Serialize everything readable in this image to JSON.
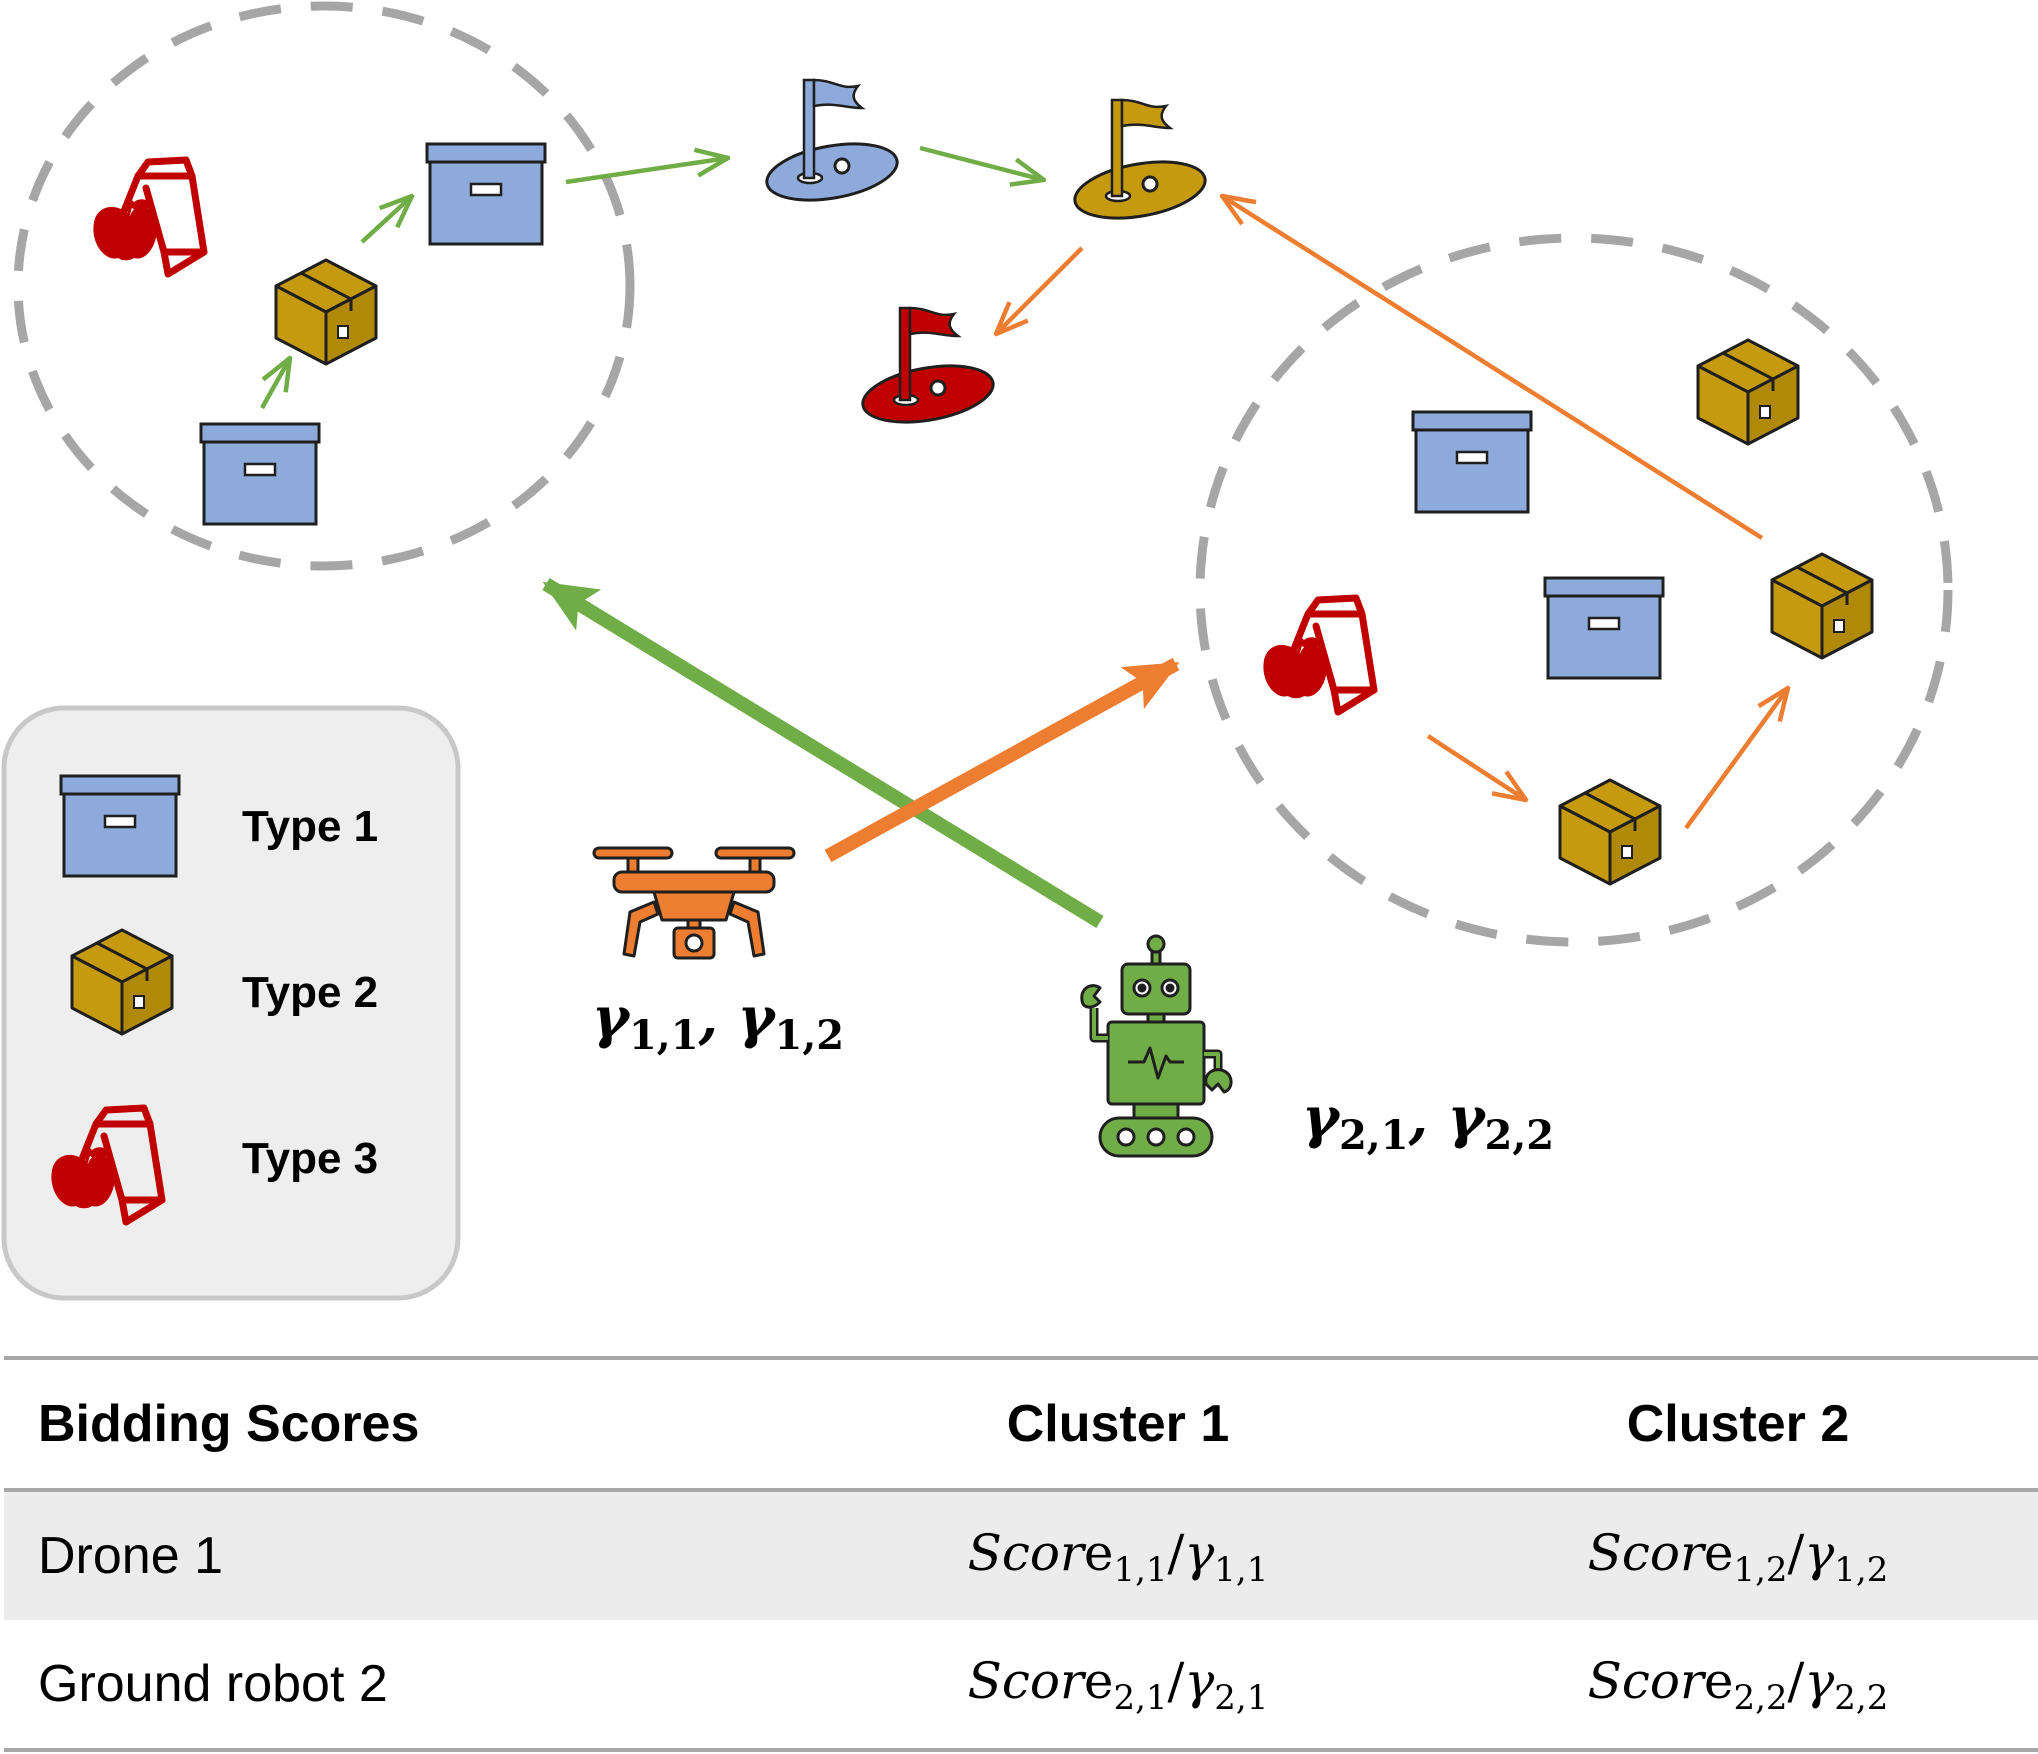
{
  "colors": {
    "cluster_outline": "#a6a6a6",
    "type1_fill": "#8eaadb",
    "type2_fill": "#c59a0e",
    "type3_color": "#c00000",
    "flag_blue": "#8eaadb",
    "flag_gold": "#c59a0e",
    "flag_red": "#c00000",
    "green_route": "#70ad47",
    "orange_route": "#ed7d31",
    "drone_color": "#ed7d31",
    "robot_color": "#70ad47",
    "legend_bg": "#eeeeee",
    "table_shade": "#ececec"
  },
  "icons": [
    "box-open-icon",
    "package-icon",
    "food-bag-apple-icon",
    "goal-flag-icon",
    "drone-icon",
    "ground-robot-icon"
  ],
  "legend": {
    "items": [
      {
        "icon": "box-open-icon",
        "label": "Type 1"
      },
      {
        "icon": "package-icon",
        "label": "Type 2"
      },
      {
        "icon": "food-bag-apple-icon",
        "label": "Type 3"
      }
    ]
  },
  "agents": {
    "drone": {
      "icon": "drone-icon",
      "g1": "γ",
      "s1": "1,1",
      "sep": ", ",
      "g2": "γ",
      "s2": "1,2"
    },
    "robot": {
      "icon": "ground-robot-icon",
      "g1": "γ",
      "s1": "2,1",
      "sep": ", ",
      "g2": "γ",
      "s2": "2,2"
    }
  },
  "table": {
    "headers": [
      "Bidding Scores",
      "Cluster 1",
      "Cluster 2"
    ],
    "rows": [
      {
        "name": "Drone 1",
        "c1": {
          "word": "Scor",
          "e": "e",
          "sub_a": "1,1",
          "slash": "/",
          "gamma": "γ",
          "sub_b": "1,1"
        },
        "c2": {
          "word": "Scor",
          "e": "e",
          "sub_a": "1,2",
          "slash": "/",
          "gamma": "γ",
          "sub_b": "1,2"
        }
      },
      {
        "name": "Ground robot 2",
        "c1": {
          "word": "Scor",
          "e": "e",
          "sub_a": "2,1",
          "slash": "/",
          "gamma": "γ",
          "sub_b": "2,1"
        },
        "c2": {
          "word": "Scor",
          "e": "e",
          "sub_a": "2,2",
          "slash": "/",
          "gamma": "γ",
          "sub_b": "2,2"
        }
      }
    ]
  }
}
